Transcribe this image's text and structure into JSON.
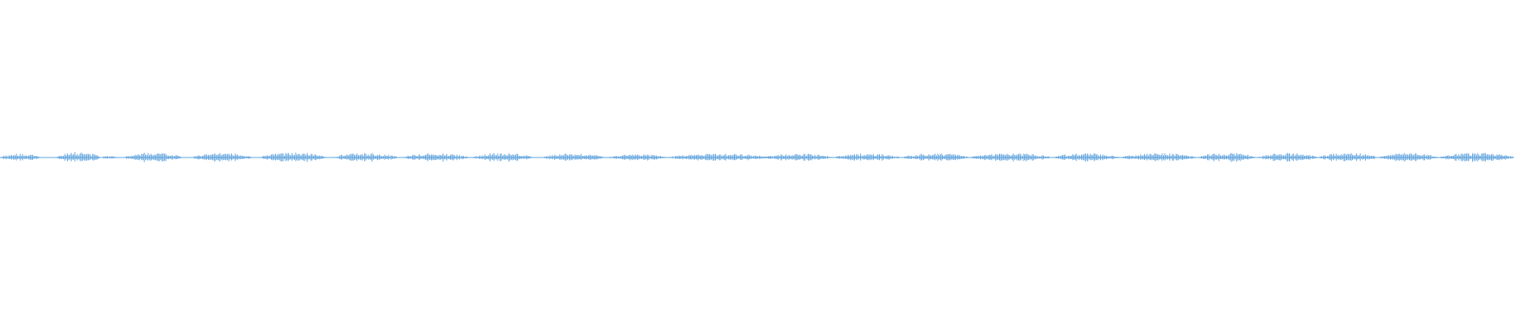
{
  "waveform": {
    "color": "#5aa0dc",
    "background": "#ffffff",
    "segments": [
      {
        "start": 0.0,
        "end": 0.027,
        "level": 0.45
      },
      {
        "start": 0.037,
        "end": 0.066,
        "level": 0.65
      },
      {
        "start": 0.067,
        "end": 0.078,
        "level": 0.2
      },
      {
        "start": 0.082,
        "end": 0.12,
        "level": 0.6
      },
      {
        "start": 0.127,
        "end": 0.166,
        "level": 0.55
      },
      {
        "start": 0.172,
        "end": 0.216,
        "level": 0.6
      },
      {
        "start": 0.22,
        "end": 0.264,
        "level": 0.55
      },
      {
        "start": 0.266,
        "end": 0.31,
        "level": 0.5
      },
      {
        "start": 0.312,
        "end": 0.352,
        "level": 0.55
      },
      {
        "start": 0.358,
        "end": 0.4,
        "level": 0.45
      },
      {
        "start": 0.402,
        "end": 0.44,
        "level": 0.4
      },
      {
        "start": 0.441,
        "end": 0.51,
        "level": 0.45
      },
      {
        "start": 0.505,
        "end": 0.55,
        "level": 0.45
      },
      {
        "start": 0.551,
        "end": 0.595,
        "level": 0.45
      },
      {
        "start": 0.596,
        "end": 0.64,
        "level": 0.5
      },
      {
        "start": 0.641,
        "end": 0.695,
        "level": 0.5
      },
      {
        "start": 0.696,
        "end": 0.74,
        "level": 0.5
      },
      {
        "start": 0.741,
        "end": 0.79,
        "level": 0.5
      },
      {
        "start": 0.791,
        "end": 0.83,
        "level": 0.55
      },
      {
        "start": 0.831,
        "end": 0.87,
        "level": 0.55
      },
      {
        "start": 0.871,
        "end": 0.91,
        "level": 0.55
      },
      {
        "start": 0.911,
        "end": 0.95,
        "level": 0.55
      },
      {
        "start": 0.951,
        "end": 1.0,
        "level": 0.55
      }
    ]
  }
}
